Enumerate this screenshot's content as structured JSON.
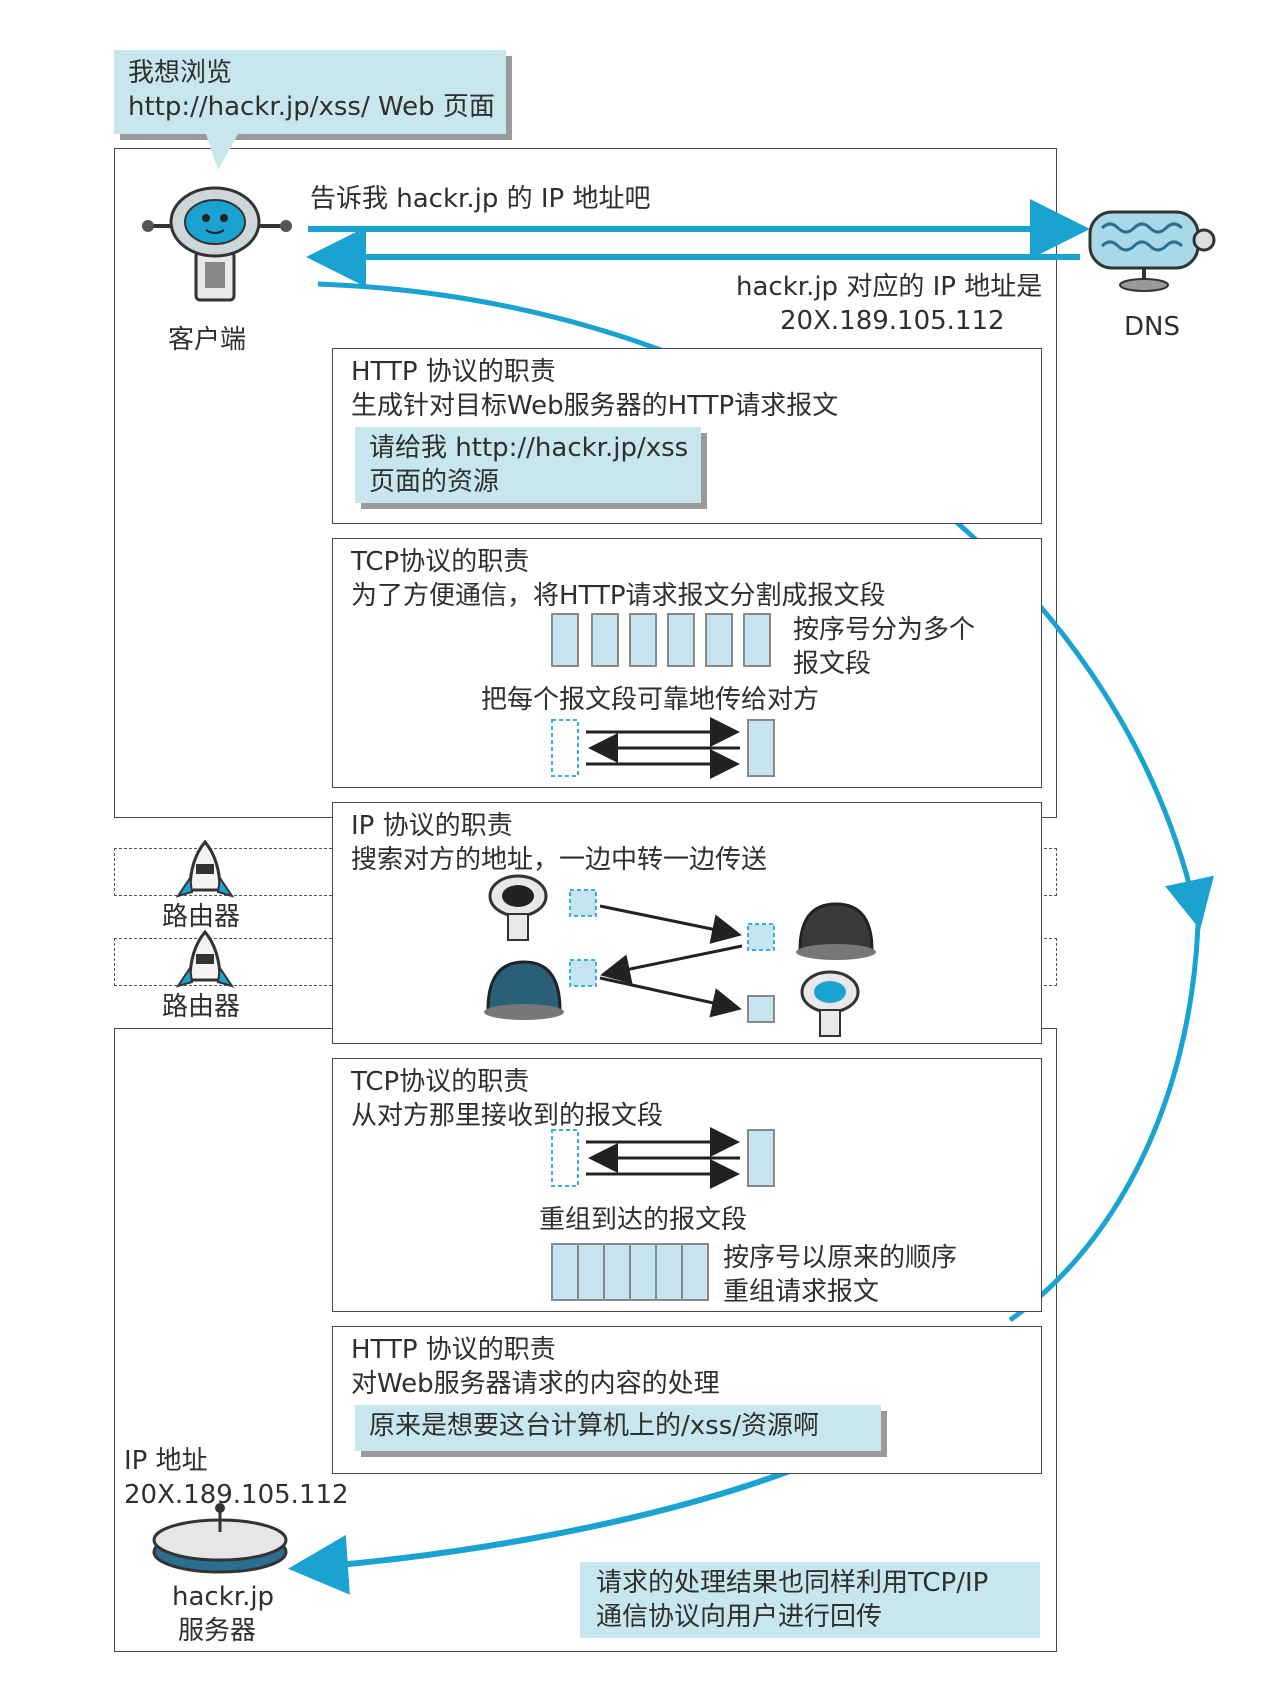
{
  "bubble": {
    "line1": "我想浏览",
    "line2": "http://hackr.jp/xss/ Web 页面"
  },
  "client": {
    "label": "客户端"
  },
  "dns": {
    "label": "DNS",
    "query": "告诉我 hackr.jp 的 IP 地址吧",
    "answer_line1": "hackr.jp 对应的 IP 地址是",
    "answer_line2": "20X.189.105.112"
  },
  "http_request": {
    "title": "HTTP 协议的职责",
    "desc": "生成针对目标Web服务器的HTTP请求报文",
    "msg_line1": "请给我 http://hackr.jp/xss",
    "msg_line2": "页面的资源"
  },
  "tcp_send": {
    "title": "TCP协议的职责",
    "desc": "为了方便通信，将HTTP请求报文分割成报文段",
    "note_line1": "按序号分为多个",
    "note_line2": "报文段",
    "note2": "把每个报文段可靠地传给对方"
  },
  "ip": {
    "title": "IP 协议的职责",
    "desc": "搜索对方的地址，一边中转一边传送"
  },
  "routers": [
    {
      "label": "路由器"
    },
    {
      "label": "路由器"
    }
  ],
  "tcp_recv": {
    "title": "TCP协议的职责",
    "desc": "从对方那里接收到的报文段",
    "note": "重组到达的报文段",
    "note2_line1": "按序号以原来的顺序",
    "note2_line2": "重组请求报文"
  },
  "http_response": {
    "title": "HTTP 协议的职责",
    "desc": "对Web服务器请求的内容的处理",
    "msg": "原来是想要这台计算机上的/xss/资源啊"
  },
  "server": {
    "ip_label": "IP 地址",
    "ip_value": "20X.189.105.112",
    "label_line1": "hackr.jp",
    "label_line2": "服务器"
  },
  "result": {
    "line1": "请求的处理结果也同样利用TCP/IP",
    "line2": "通信协议向用户进行回传"
  },
  "colors": {
    "flow": "#1aa3d1",
    "callout": "#c8e6ee",
    "packet": "#c5e4ef",
    "packet_stroke": "#3bb0d6"
  }
}
